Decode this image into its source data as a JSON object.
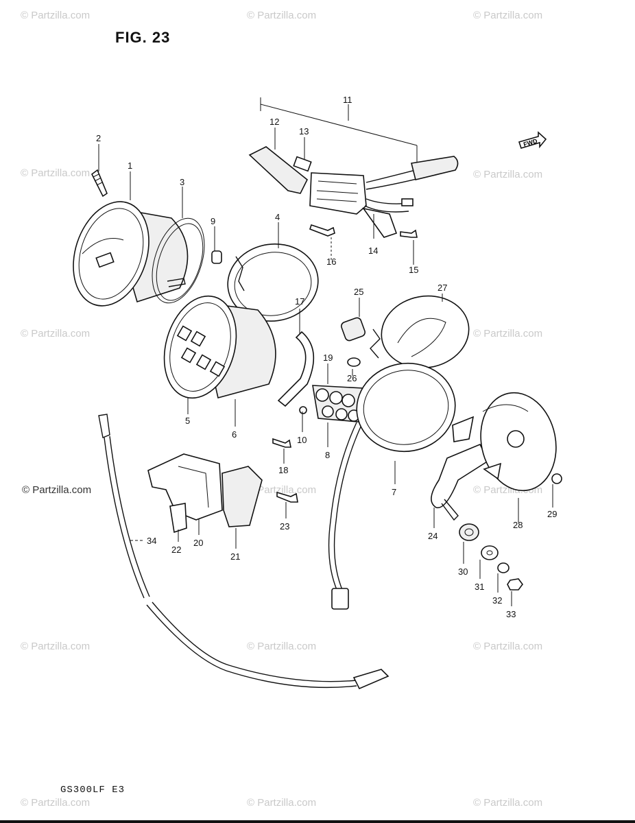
{
  "figure": {
    "title": "FIG. 23",
    "model_code": "GS300LF  E3",
    "direction_badge": "FWD"
  },
  "watermarks": {
    "repeated": "© Partzilla.com",
    "highlighted": "© Partzilla.com"
  },
  "callouts": [
    "1",
    "2",
    "3",
    "4",
    "5",
    "6",
    "7",
    "8",
    "9",
    "10",
    "11",
    "12",
    "13",
    "14",
    "15",
    "16",
    "17",
    "18",
    "19",
    "20",
    "21",
    "22",
    "23",
    "24",
    "25",
    "26",
    "27",
    "28",
    "29",
    "30",
    "31",
    "32",
    "33",
    "34"
  ]
}
